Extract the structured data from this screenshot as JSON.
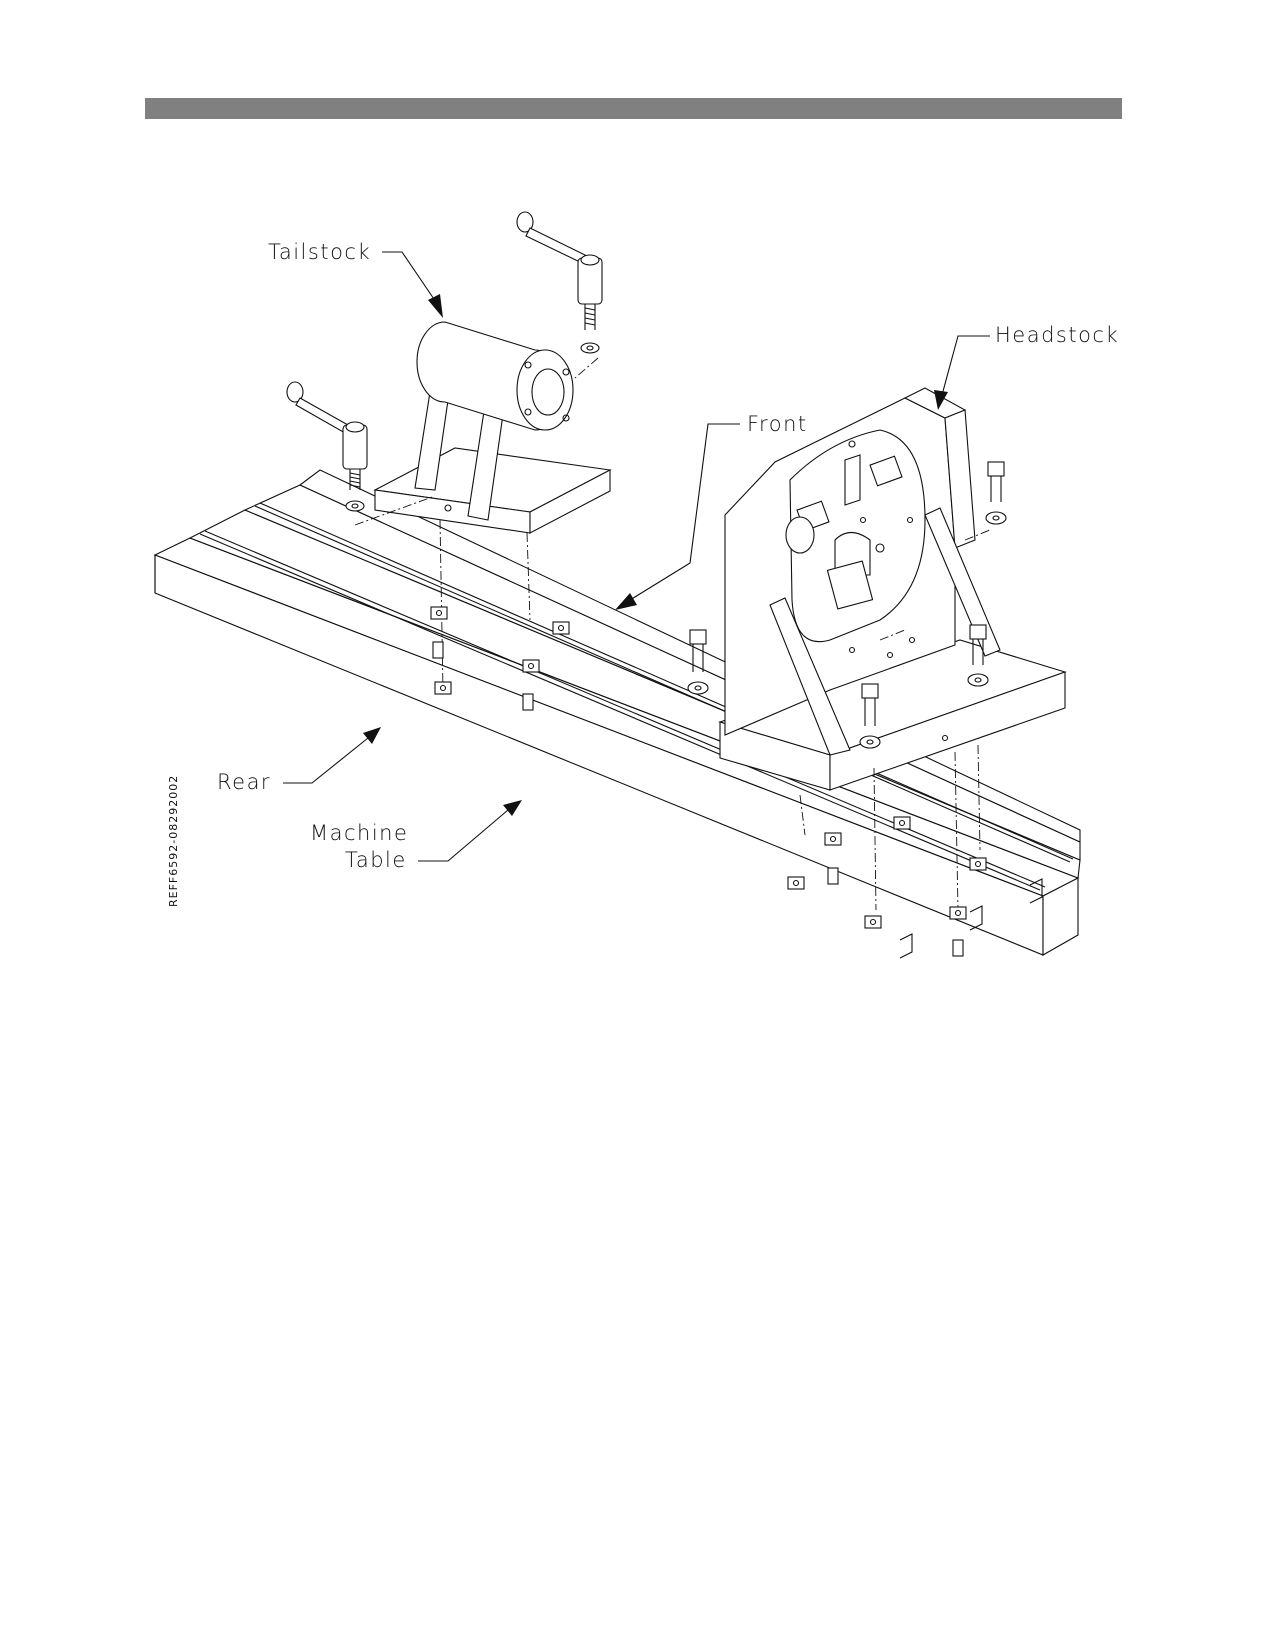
{
  "labels": {
    "tailstock": "Tailstock",
    "headstock": "Headstock",
    "front": "Front",
    "rear": "Rear",
    "machine": "Machine",
    "table": "Table"
  },
  "reference_code": "REFF6592-08292002",
  "colors": {
    "header_bar": "#808080",
    "line": "#111111",
    "background": "#ffffff"
  }
}
